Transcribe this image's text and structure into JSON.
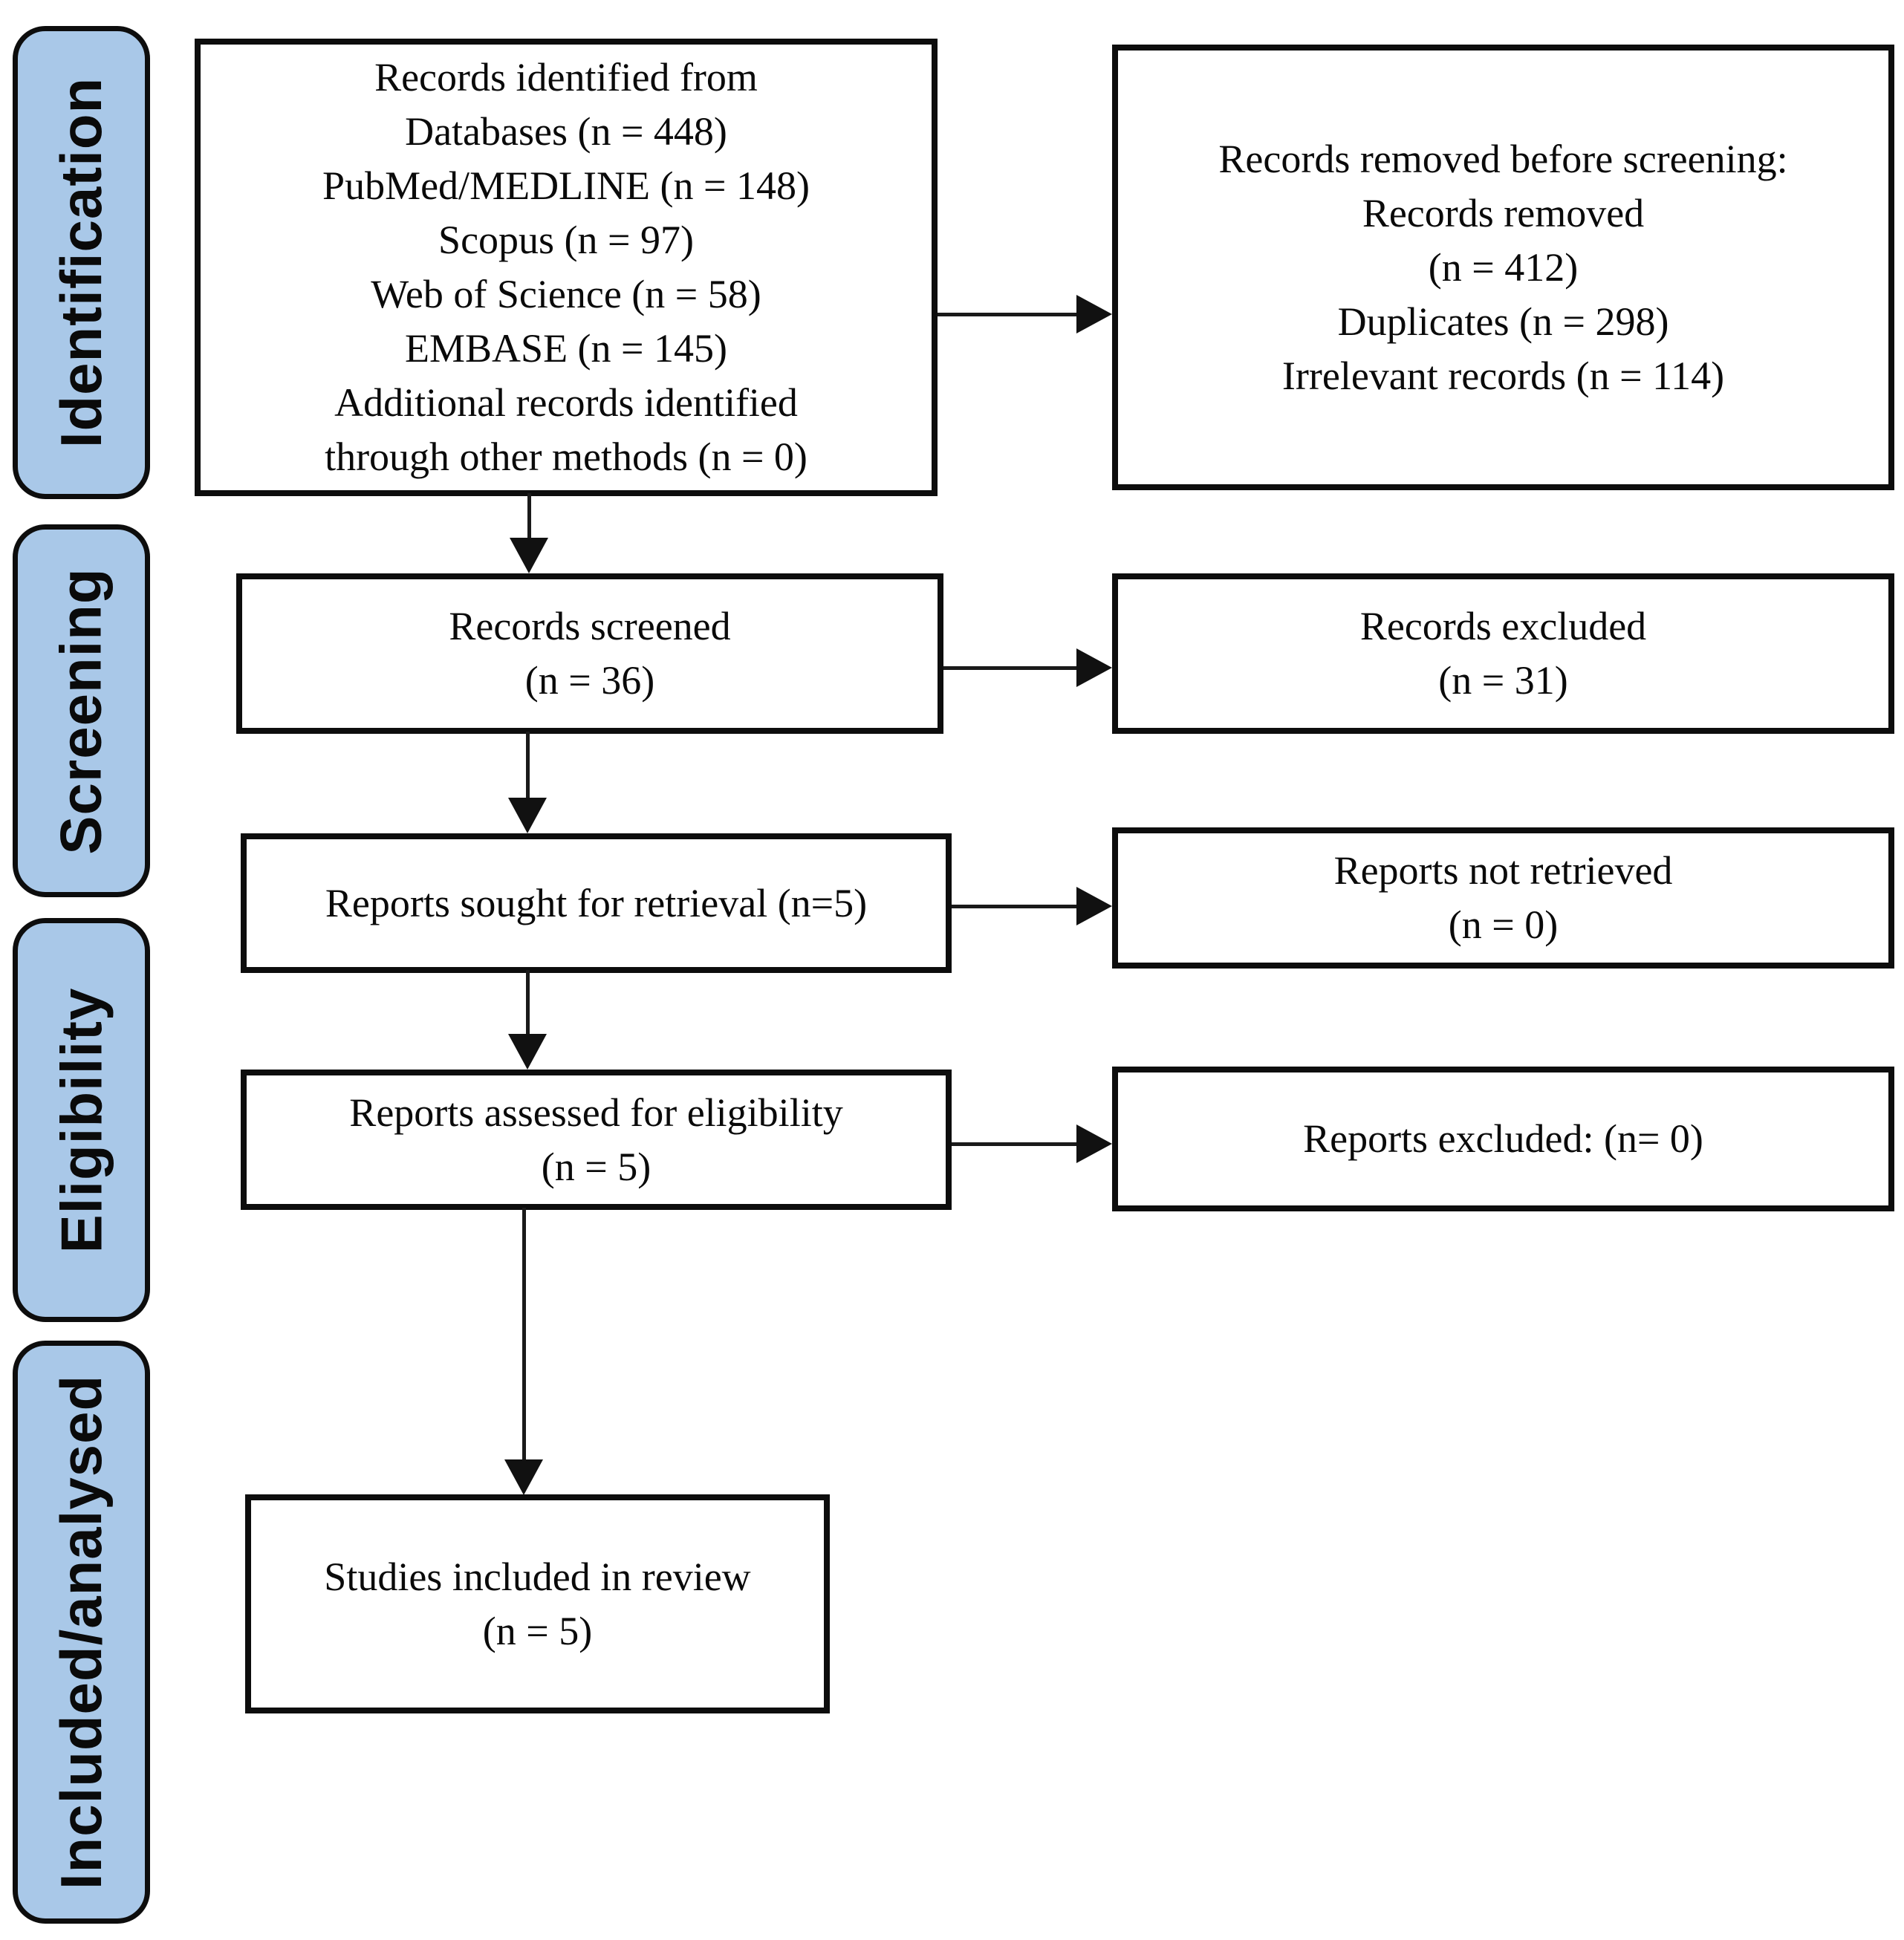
{
  "diagram": {
    "type": "PRISMA flow diagram",
    "colors": {
      "background": "#ffffff",
      "stage_fill": "#a9c8e8",
      "stage_border": "#0d0d0d",
      "box_border": "#0d0d0d",
      "text": "#0a0a0a",
      "arrow": "#1a1a1a"
    },
    "stages": [
      {
        "label": "Identification"
      },
      {
        "label": "Screening"
      },
      {
        "label": "Eligibility"
      },
      {
        "label": "Included/analysed"
      }
    ],
    "boxes": {
      "identified": {
        "lines": [
          "Records identified from",
          "Databases (n = 448)",
          "PubMed/MEDLINE (n = 148)",
          "Scopus (n = 97)",
          "Web of Science (n = 58)",
          "EMBASE (n = 145)",
          "Additional records identified",
          "through other methods (n = 0)"
        ]
      },
      "removed": {
        "lines": [
          "Records removed before screening:",
          "Records removed",
          "(n = 412)",
          "Duplicates (n = 298)",
          "Irrelevant records (n = 114)"
        ]
      },
      "screened": {
        "lines": [
          "Records screened",
          "(n = 36)"
        ]
      },
      "excluded": {
        "lines": [
          "Records excluded",
          "(n = 31)"
        ]
      },
      "sought": {
        "lines": [
          "Reports sought for retrieval (n=5)"
        ]
      },
      "not_retrieved": {
        "lines": [
          "Reports not retrieved",
          "(n = 0)"
        ]
      },
      "assessed": {
        "lines": [
          "Reports assessed for eligibility",
          "(n = 5)"
        ]
      },
      "reports_excluded": {
        "lines": [
          "Reports excluded: (n= 0)"
        ]
      },
      "included": {
        "lines": [
          "Studies included in review",
          "(n = 5)"
        ]
      }
    }
  }
}
